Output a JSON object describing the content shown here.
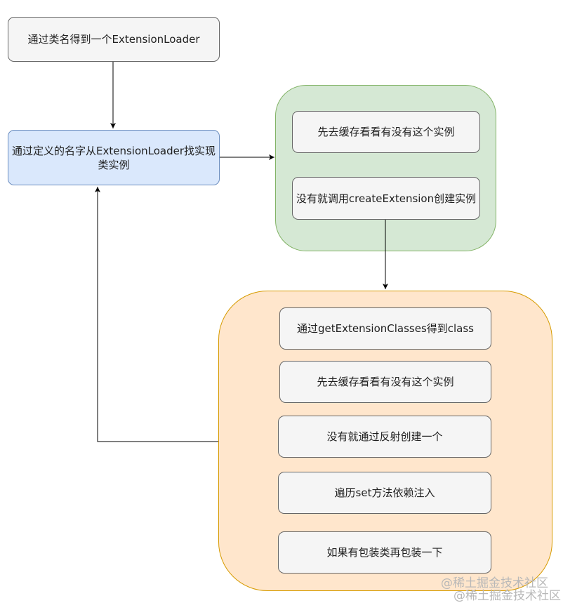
{
  "nodes": {
    "get_loader": "通过类名得到一个ExtensionLoader",
    "find_impl": "通过定义的名字从ExtensionLoader找实现类实例",
    "check_cache_1": "先去缓存看看有没有这个实例",
    "create_extension": "没有就调用createExtension创建实例",
    "get_classes": "通过getExtensionClasses得到class",
    "check_cache_2": "先去缓存看看有没有这个实例",
    "reflect_create": "没有就通过反射创建一个",
    "set_inject": "遍历set方法依赖注入",
    "wrap": "如果有包装类再包装一下"
  },
  "watermark": {
    "line1": "@稀土掘金技术社区",
    "line2": "@稀土掘金技术社区"
  }
}
